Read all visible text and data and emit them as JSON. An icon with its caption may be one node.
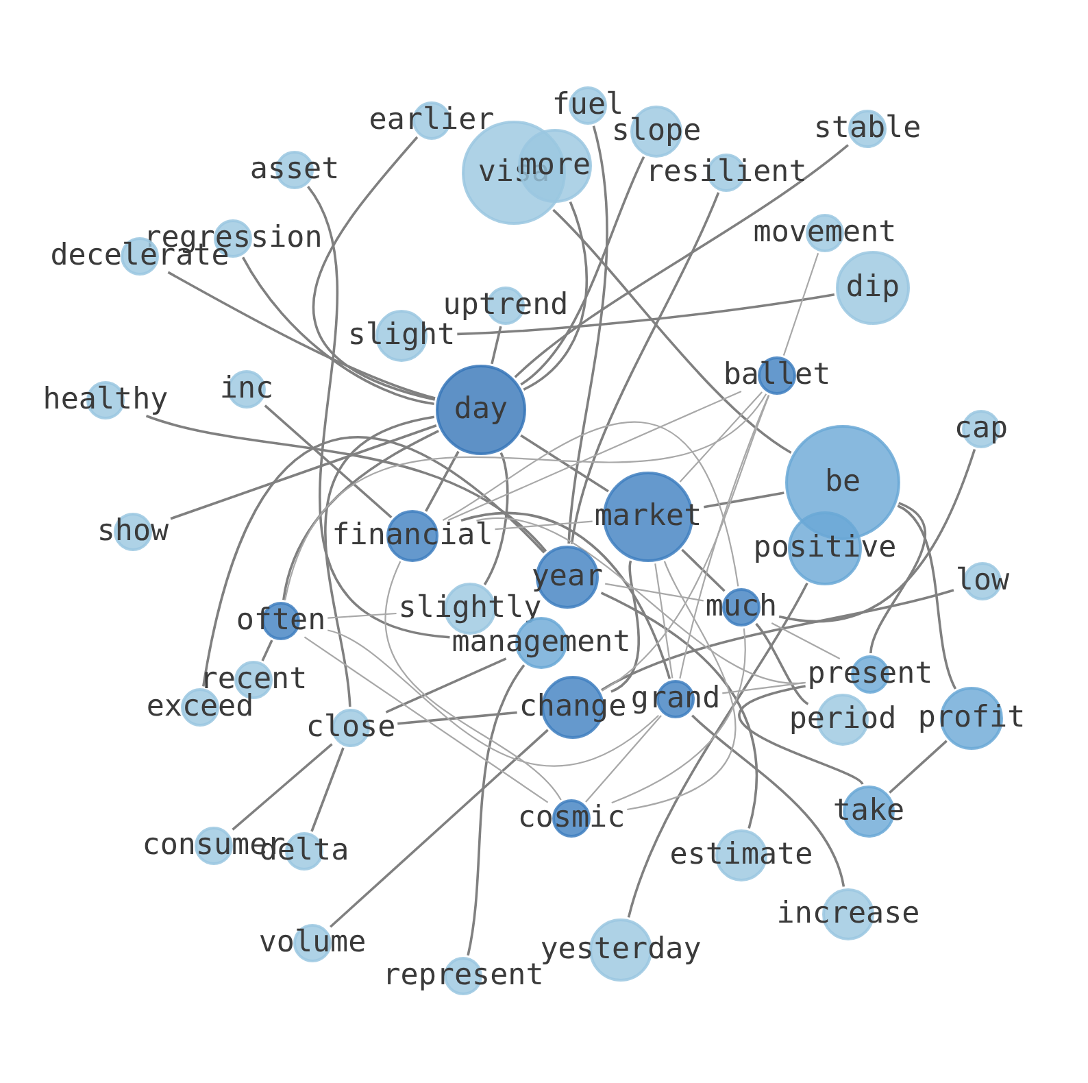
{
  "diagram": {
    "nodes": [
      {
        "text": [
          "earlier"
        ]
      },
      {
        "text": [
          "fuel"
        ]
      },
      {
        "text": [
          "slope"
        ]
      },
      {
        "text": [
          "visa"
        ]
      },
      {
        "text": [
          "more"
        ]
      },
      {
        "text": [
          "stable"
        ]
      },
      {
        "text": [
          "asset"
        ]
      },
      {
        "text": [
          "resilient"
        ]
      },
      {
        "text": [
          "movement"
        ]
      },
      {
        "text": [
          "regression"
        ]
      },
      {
        "text": [
          "decelerate"
        ]
      },
      {
        "text": [
          "dip"
        ]
      },
      {
        "text": [
          "uptrend"
        ]
      },
      {
        "text": [
          "slight"
        ]
      },
      {
        "text": [
          "ballet"
        ]
      },
      {
        "text": [
          "healthy"
        ]
      },
      {
        "text": [
          "inc"
        ]
      },
      {
        "text": [
          "day"
        ]
      },
      {
        "text": [
          "cap"
        ]
      },
      {
        "text": [
          "be"
        ]
      },
      {
        "text": [
          "market"
        ]
      },
      {
        "text": [
          "show"
        ]
      },
      {
        "text": [
          "financial"
        ]
      },
      {
        "text": [
          "positive"
        ]
      },
      {
        "text": [
          "year"
        ]
      },
      {
        "text": [
          "low"
        ]
      },
      {
        "text": [
          "slightly"
        ]
      },
      {
        "text": [
          "much"
        ]
      },
      {
        "text": [
          "often"
        ]
      },
      {
        "text": [
          "management"
        ]
      },
      {
        "text": [
          "recent"
        ]
      },
      {
        "text": [
          "present"
        ]
      },
      {
        "text": [
          "exceed"
        ]
      },
      {
        "text": [
          "change"
        ]
      },
      {
        "text": [
          "grand"
        ]
      },
      {
        "text": [
          "period"
        ]
      },
      {
        "text": [
          "profit"
        ]
      },
      {
        "text": [
          "close"
        ]
      },
      {
        "text": [
          "cosmic"
        ]
      },
      {
        "text": [
          "take"
        ]
      },
      {
        "text": [
          "consumer"
        ]
      },
      {
        "text": [
          "delta"
        ]
      },
      {
        "text": [
          "estimate"
        ]
      },
      {
        "text": [
          "increase"
        ]
      },
      {
        "text": [
          "volume"
        ]
      },
      {
        "text": [
          "yesterday"
        ]
      },
      {
        "text": [
          "represent"
        ]
      }
    ],
    "edges": [
      {
        "from": 0,
        "to": 17,
        "arrow": "none"
      },
      {
        "from": 2,
        "to": 17,
        "arrow": "none"
      },
      {
        "from": 4,
        "to": 17,
        "arrow": "none"
      },
      {
        "from": 5,
        "to": 17,
        "arrow": "none"
      },
      {
        "from": 9,
        "to": 17,
        "arrow": "none"
      },
      {
        "from": 10,
        "to": 17,
        "arrow": "none"
      },
      {
        "from": 12,
        "to": 17,
        "arrow": "none"
      },
      {
        "from": 21,
        "to": 17,
        "arrow": "none"
      },
      {
        "from": 17,
        "to": 28,
        "arrow": "none"
      },
      {
        "from": 17,
        "to": 37,
        "arrow": "none"
      },
      {
        "from": 17,
        "to": 26,
        "arrow": "none"
      },
      {
        "from": 17,
        "to": 22,
        "arrow": "none"
      },
      {
        "from": 17,
        "to": 20,
        "arrow": "none"
      },
      {
        "from": 3,
        "to": 19,
        "arrow": "none"
      },
      {
        "from": 6,
        "to": 29,
        "arrow": "none"
      },
      {
        "from": 1,
        "to": 24,
        "arrow": "none"
      },
      {
        "from": 7,
        "to": 24,
        "arrow": "none"
      },
      {
        "from": 11,
        "to": 13,
        "arrow": "none"
      },
      {
        "from": 15,
        "to": 24,
        "arrow": "none"
      },
      {
        "from": 16,
        "to": 22,
        "arrow": "none"
      },
      {
        "from": 19,
        "to": 20,
        "arrow": "none"
      },
      {
        "from": 19,
        "to": 31,
        "arrow": "none"
      },
      {
        "from": 19,
        "to": 36,
        "arrow": "none"
      },
      {
        "from": 36,
        "to": 39,
        "arrow": "none"
      },
      {
        "from": 18,
        "to": 27,
        "arrow": "none"
      },
      {
        "from": 25,
        "to": 33,
        "arrow": "none"
      },
      {
        "from": 23,
        "to": 45,
        "arrow": "none"
      },
      {
        "from": 32,
        "to": 24,
        "arrow": "none"
      },
      {
        "from": 30,
        "to": 28,
        "arrow": "none"
      },
      {
        "from": 37,
        "to": 40,
        "arrow": "none"
      },
      {
        "from": 37,
        "to": 41,
        "arrow": "none"
      },
      {
        "from": 37,
        "to": 29,
        "arrow": "none"
      },
      {
        "from": 37,
        "to": 33,
        "arrow": "none"
      },
      {
        "from": 33,
        "to": 44,
        "arrow": "none"
      },
      {
        "from": 46,
        "to": 29,
        "arrow": "none"
      },
      {
        "from": 34,
        "to": 43,
        "arrow": "none"
      },
      {
        "from": 24,
        "to": 42,
        "arrow": "none"
      },
      {
        "from": 20,
        "to": 33,
        "arrow": "none"
      },
      {
        "from": 20,
        "to": 27,
        "arrow": "none"
      },
      {
        "from": 27,
        "to": 35,
        "arrow": "none"
      },
      {
        "from": 22,
        "to": 34,
        "arrow": "none"
      },
      {
        "from": 31,
        "to": 39,
        "arrow": "none"
      },
      {
        "from": 8,
        "to": 14,
        "arrow": "none",
        "color": "#a8a8a8"
      },
      {
        "from": 14,
        "to": 22,
        "arrow": "none",
        "color": "#a8a8a8"
      },
      {
        "from": 14,
        "to": 28,
        "arrow": "none",
        "color": "#a8a8a8"
      },
      {
        "from": 14,
        "to": 20,
        "arrow": "none",
        "color": "#a8a8a8"
      },
      {
        "from": 14,
        "to": 33,
        "arrow": "none",
        "color": "#a8a8a8"
      },
      {
        "from": 14,
        "to": 34,
        "arrow": "none",
        "color": "#a8a8a8"
      },
      {
        "from": 34,
        "to": 38,
        "arrow": "none",
        "color": "#a8a8a8"
      },
      {
        "from": 22,
        "to": 20,
        "arrow": "none",
        "color": "#a8a8a8"
      },
      {
        "from": 22,
        "to": 27,
        "arrow": "none",
        "color": "#a8a8a8"
      },
      {
        "from": 22,
        "to": 31,
        "arrow": "none",
        "color": "#a8a8a8"
      },
      {
        "from": 22,
        "to": 38,
        "arrow": "none",
        "color": "#a8a8a8"
      },
      {
        "from": 28,
        "to": 26,
        "arrow": "none",
        "color": "#a8a8a8"
      },
      {
        "from": 28,
        "to": 34,
        "arrow": "none",
        "color": "#a8a8a8"
      },
      {
        "from": 28,
        "to": 38,
        "arrow": "none",
        "color": "#a8a8a8"
      },
      {
        "from": 27,
        "to": 31,
        "arrow": "none",
        "color": "#a8a8a8"
      },
      {
        "from": 20,
        "to": 38,
        "arrow": "none",
        "color": "#a8a8a8"
      },
      {
        "from": 20,
        "to": 34,
        "arrow": "none",
        "color": "#a8a8a8"
      },
      {
        "from": 34,
        "to": 31,
        "arrow": "none",
        "color": "#a8a8a8"
      },
      {
        "from": 27,
        "to": 38,
        "arrow": "none",
        "color": "#a8a8a8"
      },
      {
        "from": 24,
        "to": 27,
        "arrow": "none",
        "color": "#a8a8a8"
      }
    ]
  }
}
